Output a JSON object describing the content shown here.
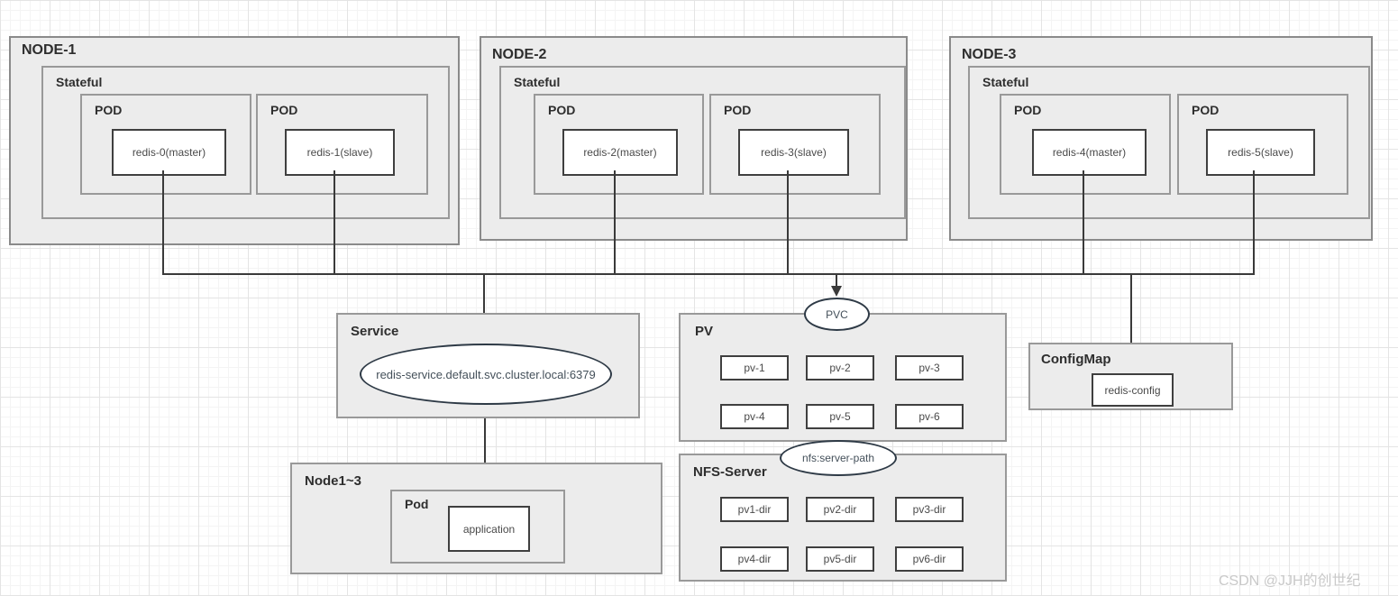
{
  "nodes": [
    {
      "title": "NODE-1",
      "workload_label": "Stateful",
      "pods": [
        {
          "label": "POD",
          "container": "redis-0(master)"
        },
        {
          "label": "POD",
          "container": "redis-1(slave)"
        }
      ]
    },
    {
      "title": "NODE-2",
      "workload_label": "Stateful",
      "pods": [
        {
          "label": "POD",
          "container": "redis-2(master)"
        },
        {
          "label": "POD",
          "container": "redis-3(slave)"
        }
      ]
    },
    {
      "title": "NODE-3",
      "workload_label": "Stateful",
      "pods": [
        {
          "label": "POD",
          "container": "redis-4(master)"
        },
        {
          "label": "POD",
          "container": "redis-5(slave)"
        }
      ]
    }
  ],
  "service": {
    "title": "Service",
    "endpoint": "redis-service.default.svc.cluster.local:6379"
  },
  "pv": {
    "title": "PV",
    "claim_label": "PVC",
    "volumes": [
      "pv-1",
      "pv-2",
      "pv-3",
      "pv-4",
      "pv-5",
      "pv-6"
    ]
  },
  "nfs": {
    "title": "NFS-Server",
    "mount_label": "nfs:server-path",
    "dirs": [
      "pv1-dir",
      "pv2-dir",
      "pv3-dir",
      "pv4-dir",
      "pv5-dir",
      "pv6-dir"
    ]
  },
  "configmap": {
    "title": "ConfigMap",
    "item": "redis-config"
  },
  "client": {
    "title": "Node1~3",
    "pod_label": "Pod",
    "app": "application"
  },
  "watermark": "CSDN @JJH的创世纪",
  "colors": {
    "container_fill": "#ececec",
    "container_border": "#999999",
    "shape_border": "#3f3f3f",
    "ellipse_border": "#2e3a46",
    "connector": "#3a3a3a",
    "label_text": "#2e2e2e",
    "watermark_text": "#c9c9c9"
  }
}
